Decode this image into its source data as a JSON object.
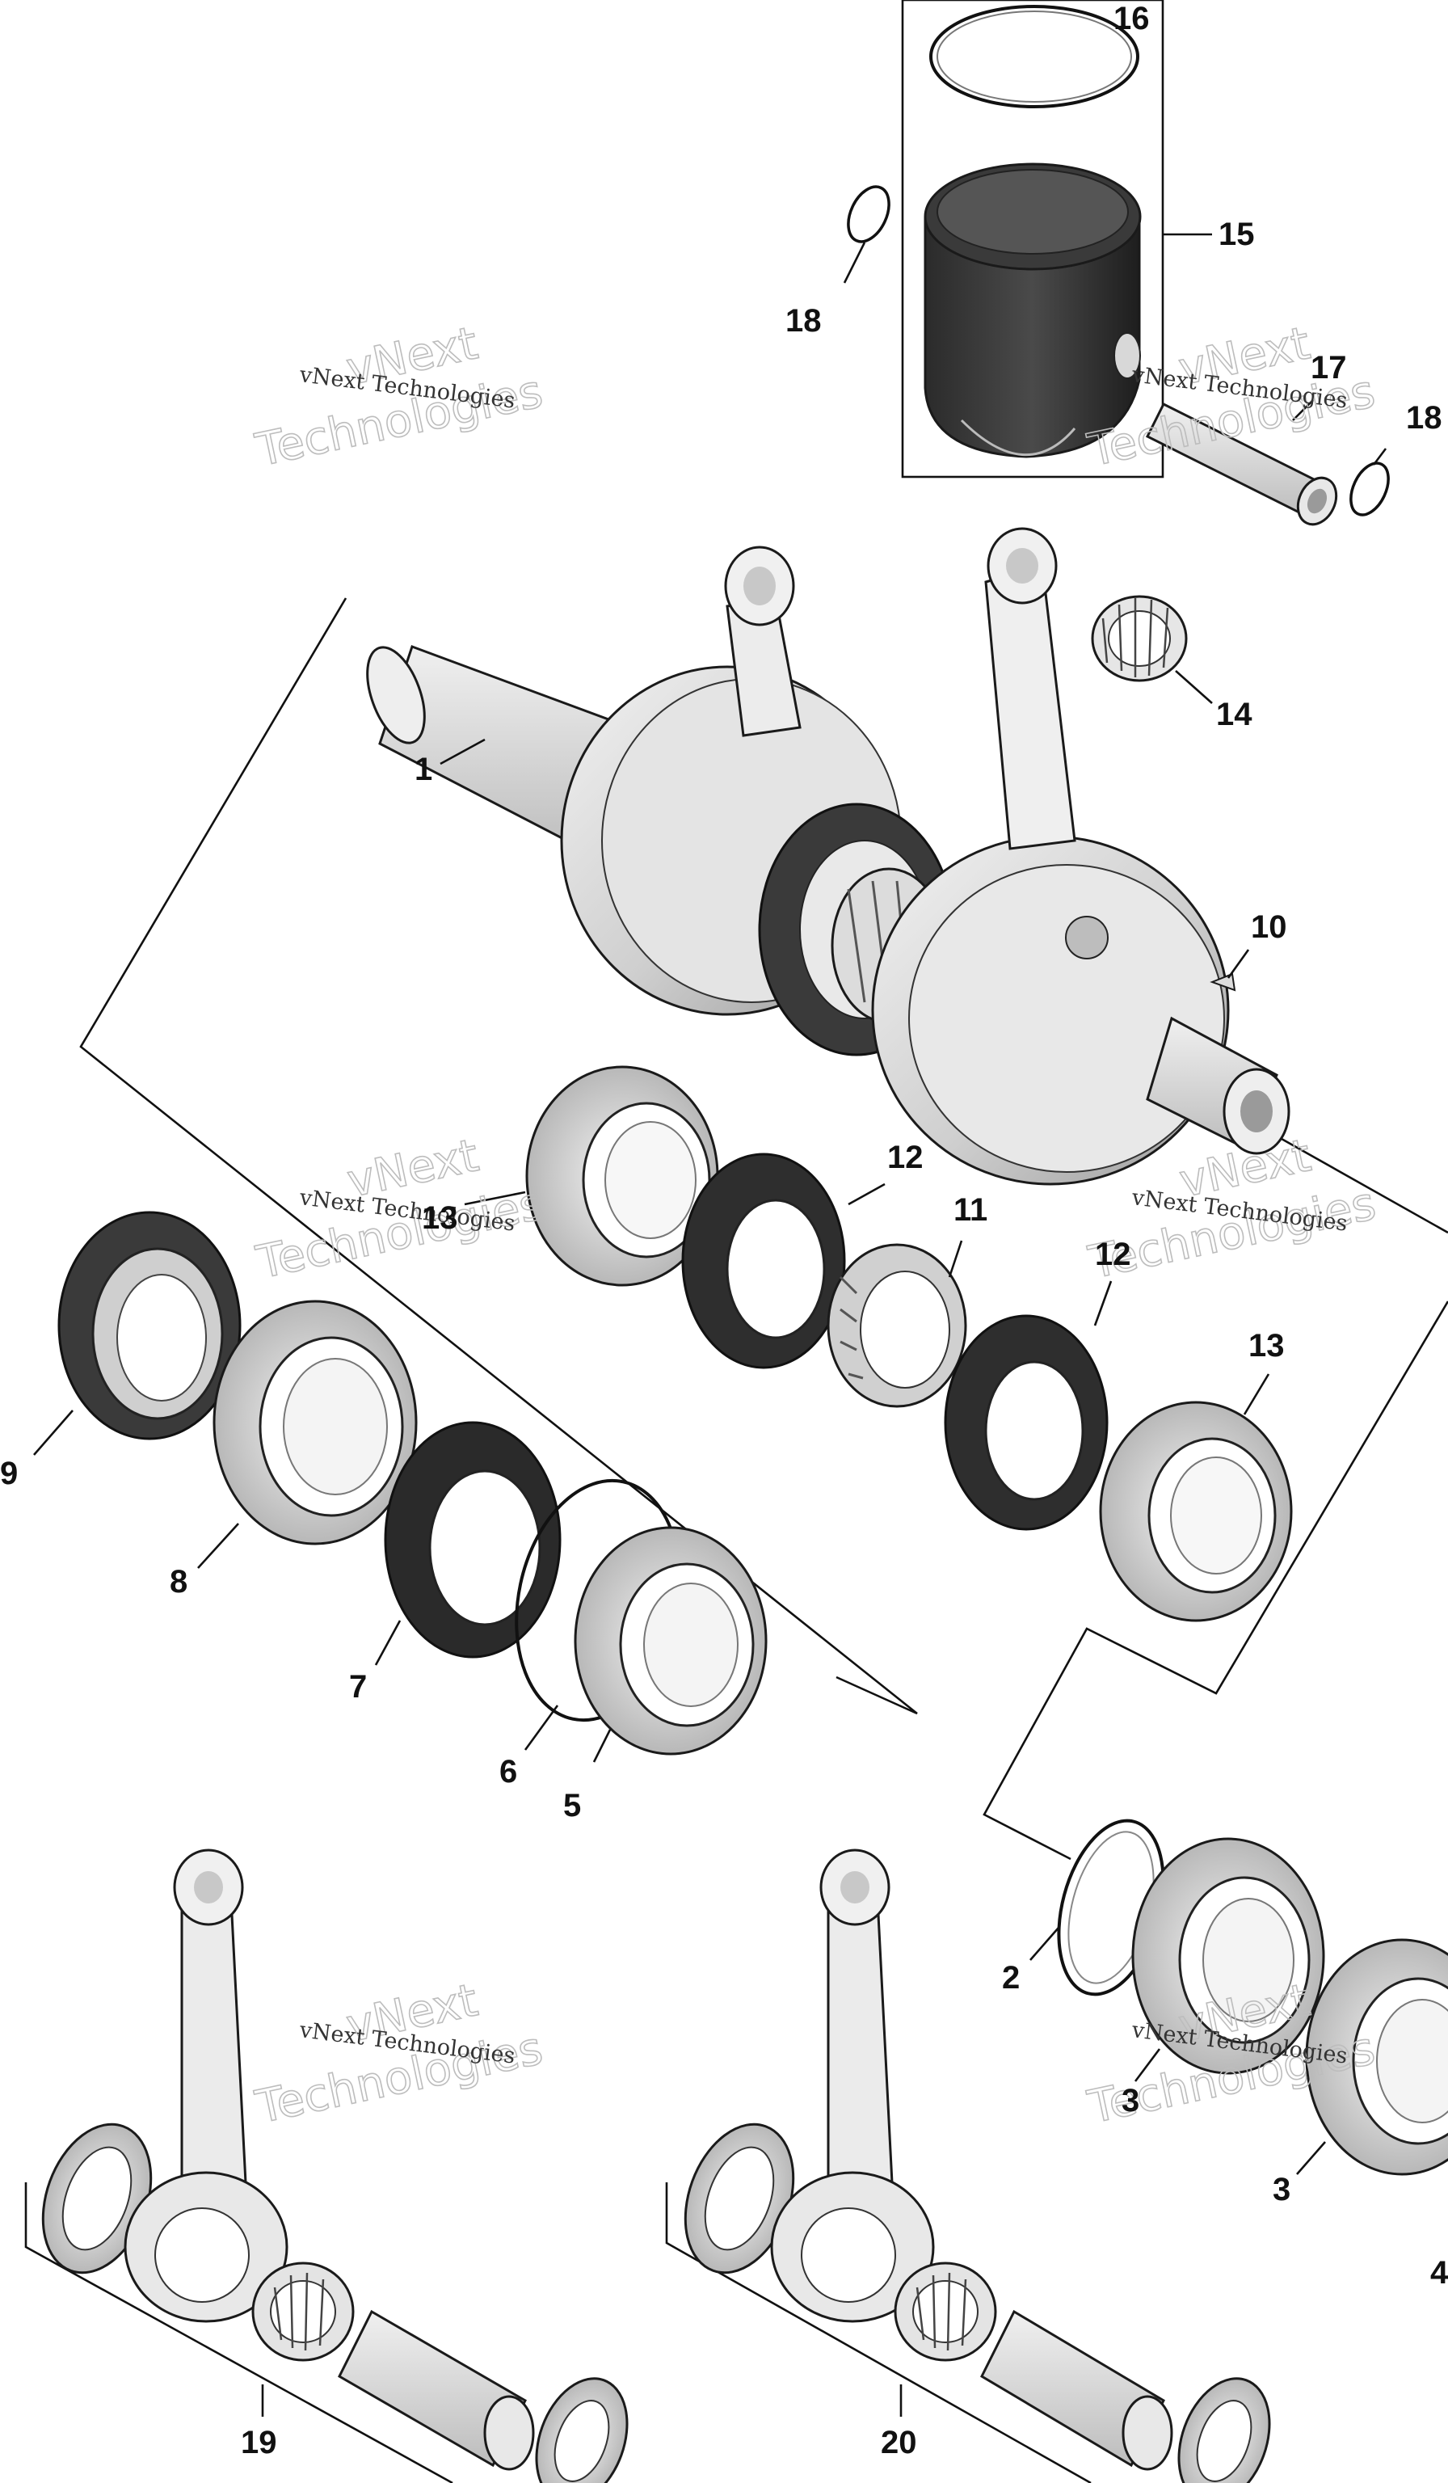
{
  "diagram": {
    "callouts": [
      {
        "id": "c16",
        "label": "16"
      },
      {
        "id": "c15",
        "label": "15"
      },
      {
        "id": "c18a",
        "label": "18"
      },
      {
        "id": "c17",
        "label": "17"
      },
      {
        "id": "c18b",
        "label": "18"
      },
      {
        "id": "c14",
        "label": "14"
      },
      {
        "id": "c1",
        "label": "1"
      },
      {
        "id": "c10",
        "label": "10"
      },
      {
        "id": "c12a",
        "label": "12"
      },
      {
        "id": "c13a",
        "label": "13"
      },
      {
        "id": "c11",
        "label": "11"
      },
      {
        "id": "c12b",
        "label": "12"
      },
      {
        "id": "c13b",
        "label": "13"
      },
      {
        "id": "c9",
        "label": "9"
      },
      {
        "id": "c8",
        "label": "8"
      },
      {
        "id": "c7",
        "label": "7"
      },
      {
        "id": "c6",
        "label": "6"
      },
      {
        "id": "c5",
        "label": "5"
      },
      {
        "id": "c2",
        "label": "2"
      },
      {
        "id": "c3a",
        "label": "3"
      },
      {
        "id": "c3b",
        "label": "3"
      },
      {
        "id": "c4",
        "label": "4"
      },
      {
        "id": "c19",
        "label": "19"
      },
      {
        "id": "c20",
        "label": "20"
      }
    ],
    "watermark": {
      "big_line1": "vNext",
      "big_line2": "Technologies",
      "small": "vNext Technologies"
    }
  }
}
